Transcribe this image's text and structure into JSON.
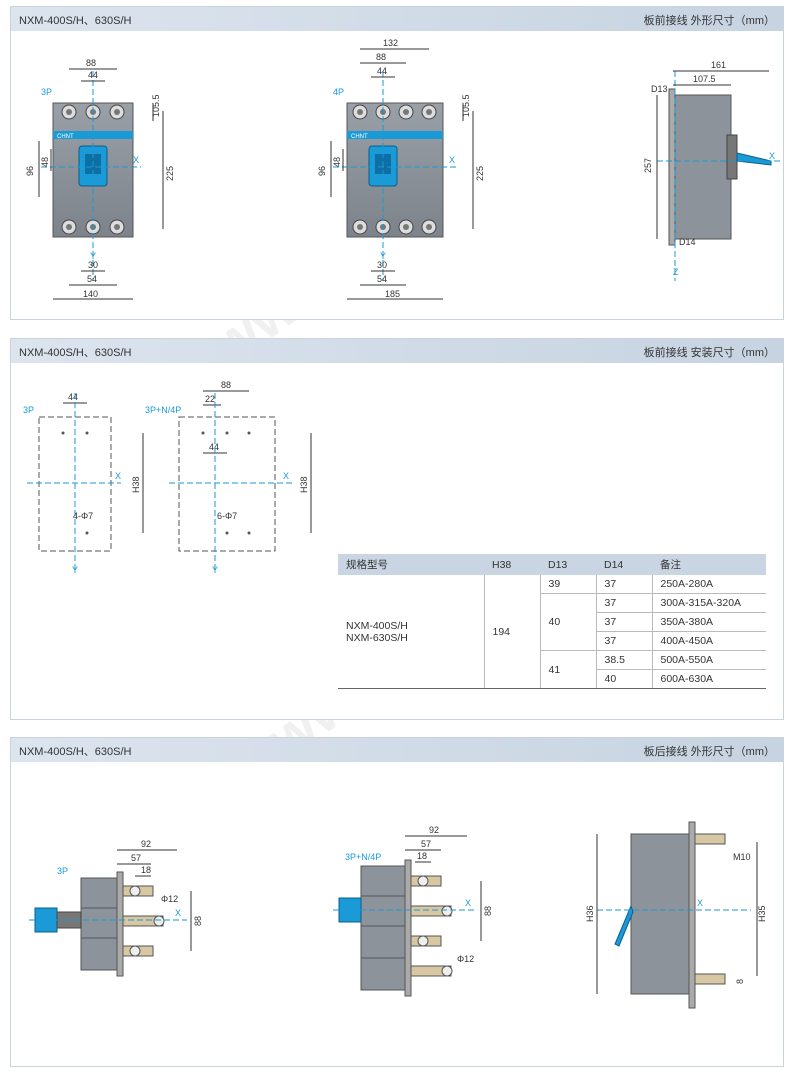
{
  "sections": [
    {
      "title": "NXM-400S/H、630S/H",
      "subtitle": "板前接线   外形尺寸（mm）"
    },
    {
      "title": "NXM-400S/H、630S/H",
      "subtitle": "板前接线   安装尺寸（mm）"
    },
    {
      "title": "NXM-400S/H、630S/H",
      "subtitle": "板后接线   外形尺寸（mm）"
    }
  ],
  "drawing1": {
    "label_3p": "3P",
    "label_4p": "4P",
    "brand": "CHNT",
    "d3p": {
      "w88": "88",
      "w44": "44",
      "h105": "105.5",
      "h225": "225",
      "h96": "96",
      "h48": "48",
      "w30": "30",
      "w54": "54",
      "w140": "140"
    },
    "d4p": {
      "w132": "132",
      "w88": "88",
      "w44": "44",
      "h105": "105.5",
      "h225": "225",
      "h96": "96",
      "h48": "48",
      "w30": "30",
      "w54": "54",
      "w185": "185"
    },
    "side": {
      "w161": "161",
      "w107": "107.5",
      "d13": "D13",
      "d14": "D14",
      "h257": "257"
    },
    "axis_x": "X",
    "axis_y": "Y",
    "axis_z": "Z"
  },
  "drawing2": {
    "label_3p": "3P",
    "label_4p": "3P+N/4P",
    "w44": "44",
    "w88": "88",
    "w22": "22",
    "w44b": "44",
    "h38": "H38",
    "hole3": "4-Φ7",
    "hole4": "6-Φ7",
    "axis_x": "X",
    "axis_y": "Y"
  },
  "table": {
    "headers": [
      "规格型号",
      "H38",
      "D13",
      "D14",
      "备注"
    ],
    "model": "NXM-400S/H\nNXM-630S/H",
    "model_a": "NXM-400S/H",
    "model_b": "NXM-630S/H",
    "h38": "194",
    "rows": [
      {
        "d13": "39",
        "d14": "37",
        "note": "250A-280A"
      },
      {
        "d13": "40",
        "d14": "37",
        "note": "300A-315A-320A"
      },
      {
        "d13": "",
        "d14": "37",
        "note": "350A-380A"
      },
      {
        "d13": "",
        "d14": "37",
        "note": "400A-450A"
      },
      {
        "d13": "41",
        "d14": "38.5",
        "note": "500A-550A"
      },
      {
        "d13": "",
        "d14": "40",
        "note": "600A-630A"
      }
    ]
  },
  "drawing3": {
    "label_3p": "3P",
    "label_4p": "3P+N/4P",
    "w92": "92",
    "w57": "57",
    "w18": "18",
    "phi12": "Φ12",
    "h88": "88",
    "h36": "H36",
    "h35": "H35",
    "m10": "M10",
    "h8": "8",
    "axis_x": "X"
  },
  "watermark": "www.ehsy.com",
  "colors": {
    "accent": "#1a9ad6",
    "header": "#c7d3e1",
    "body": "#8a8f96"
  }
}
